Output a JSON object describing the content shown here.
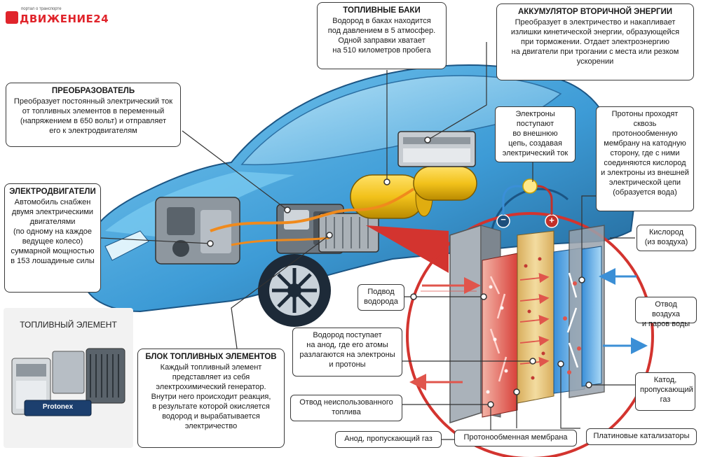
{
  "logo": {
    "brand": "ДВИЖЕНИЕ24",
    "tagline": "портал о транспорте"
  },
  "colors": {
    "car_body": "#55b4e6",
    "car_dark": "#1f5f8e",
    "anode_red": "#d8413a",
    "membrane_yellow": "#e6c67a",
    "cathode_blue": "#6fb6e9",
    "plate_gray": "#9aa3ad",
    "ring_red": "#d3342f",
    "tank_yellow": "#f2c21b"
  },
  "callouts": {
    "tanks": {
      "title": "ТОПЛИВНЫЕ БАКИ",
      "body": "Водород в баках находится\nпод давлением в 5 атмосфер.\nОдной заправки хватает\nна 510 километров пробега"
    },
    "battery": {
      "title": "АККУМУЛЯТОР ВТОРИЧНОЙ ЭНЕРГИИ",
      "body": "Преобразует в электричество и накапливает\nизлишки кинетической энергии, образующейся\nпри торможении. Отдает электроэнергию\nна двигатели при трогании с места или резком\nускорении"
    },
    "converter": {
      "title": "ПРЕОБРАЗОВАТЕЛЬ",
      "body": "Преобразует постоянный электрический ток\nот топливных элементов в переменный\n(напряжением в 650 вольт) и отправляет\nего к электродвигателям"
    },
    "motors": {
      "title": "ЭЛЕКТРОДВИГАТЕЛИ",
      "body": "Автомобиль снабжен\nдвумя электрическими\nдвигателями\n(по одному на каждое\nведущее колесо)\nсуммарной мощностью\nв 153 лошадиные силы"
    },
    "fuel_block": {
      "title": "БЛОК ТОПЛИВНЫХ ЭЛЕМЕНТОВ",
      "body": "Каждый топливный элемент\nпредставляет из себя\nэлектрохимический генератор.\nВнутри него происходит реакция,\nв результате которой окисляется\nводород и вырабатывается\nэлектричество"
    }
  },
  "fuel_element_panel": {
    "title": "ТОПЛИВНЫЙ ЭЛЕМЕНТ",
    "brand_text": "Protonex"
  },
  "labels": {
    "electrons": "Электроны поступают\nво внешнюю\nцепь, создавая\nэлектрический ток",
    "protons": "Протоны проходят\nсквозь протонообменную\nмембрану на катодную\nсторону, где с ними\nсоединяются кислород\nи электроны из внешней\nэлектрической цепи\n(образуется вода)",
    "oxygen": "Кислород\n(из воздуха)",
    "air_out": "Отвод воздуха\nи паров воды",
    "cathode": "Катод,\nпропускающий\nгаз",
    "hydrogen_in": "Подвод\nводорода",
    "hydrogen_anode": "Водород поступает\nна анод, где его атомы\nразлагаются на электроны\nи протоны",
    "unused_fuel": "Отвод неиспользованного\nтоплива",
    "anode": "Анод, пропускающий газ",
    "membrane": "Протонообменная мембрана",
    "catalysts": "Платиновые катализаторы"
  },
  "terminals": {
    "minus": "−",
    "plus": "+"
  }
}
